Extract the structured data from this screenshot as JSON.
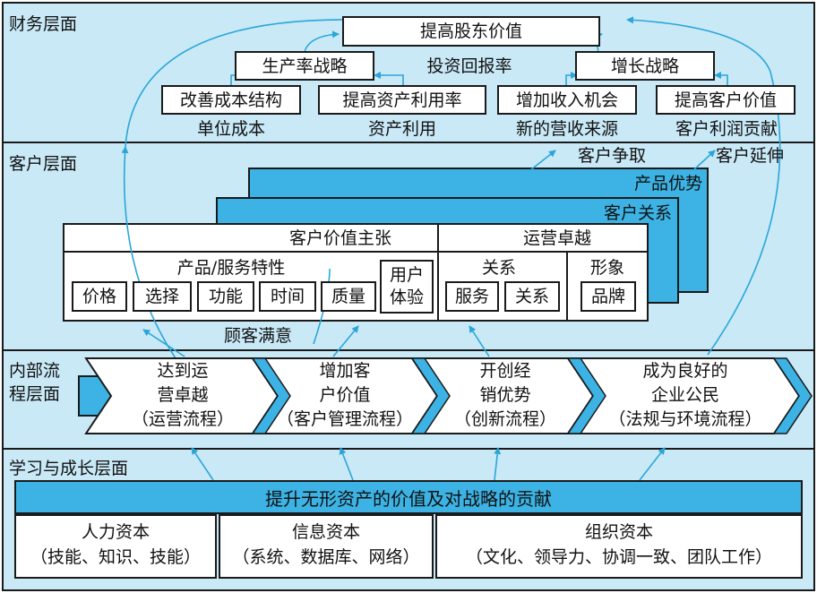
{
  "layers": {
    "financial": "财务层面",
    "customer": "客户层面",
    "internal_line1": "内部流",
    "internal_line2": "程层面",
    "learning": "学习与成长层面"
  },
  "financial": {
    "goal": "提高股东价值",
    "productivity_strategy": "生产率战略",
    "roi": "投资回报率",
    "growth_strategy": "增长战略",
    "improve_cost": "改善成本结构",
    "improve_asset": "提高资产利用率",
    "increase_revenue": "增加收入机会",
    "improve_customer_value": "提高客户价值",
    "unit_cost": "单位成本",
    "asset_use": "资产利用",
    "new_revenue": "新的营收来源",
    "customer_profit": "客户利润贡献"
  },
  "customer": {
    "acquisition": "客户争取",
    "extension": "客户延伸",
    "product_advantage": "产品优势",
    "relationship": "客户关系",
    "value_proposition": "客户价值主张",
    "operational_excellence": "运营卓越",
    "product_service_attrs": "产品/服务特性",
    "relation_group": "关系",
    "image_group": "形象",
    "attrs": [
      "价格",
      "选择",
      "功能",
      "时间",
      "质量"
    ],
    "user_exp_line1": "用户",
    "user_exp_line2": "体验",
    "service": "服务",
    "relation": "关系",
    "brand": "品牌",
    "satisfaction": "顾客满意"
  },
  "internal": {
    "processes": [
      {
        "line1": "达到运",
        "line2": "营卓越",
        "line3": "（运营流程）"
      },
      {
        "line1": "增加客",
        "line2": "户价值",
        "line3": "（客户管理流程）"
      },
      {
        "line1": "开创经",
        "line2": "销优势",
        "line3": "（创新流程）"
      },
      {
        "line1": "成为良好的",
        "line2": "企业公民",
        "line3": "（法规与环境流程）"
      }
    ]
  },
  "learning": {
    "main": "提升无形资产的价值及对战略的贡献",
    "capitals": [
      {
        "name": "人力资本",
        "detail": "（技能、知识、技能）"
      },
      {
        "name": "信息资本",
        "detail": "（系统、数据库、网络）"
      },
      {
        "name": "组织资本",
        "detail": "（文化、领导力、协调一致、团队工作）"
      }
    ]
  },
  "colors": {
    "panel": "#c9e9f7",
    "accent": "#3cb3e4",
    "line": "#2aa6d9"
  }
}
